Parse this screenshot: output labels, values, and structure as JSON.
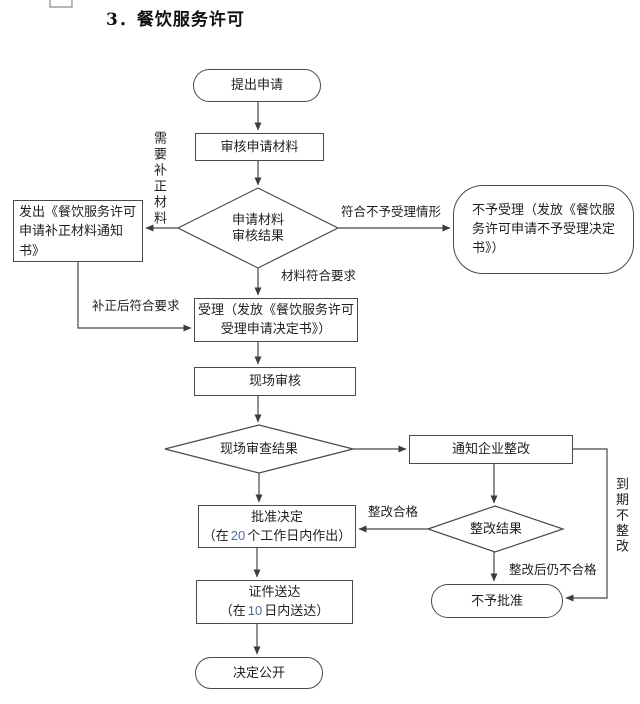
{
  "page": {
    "title": "3．餐饮服务许可"
  },
  "colors": {
    "line": "#474747",
    "border": "#4a4a4a",
    "text": "#1f1f1f",
    "number": "#4f6e95",
    "background": "#ffffff"
  },
  "nodes": {
    "start": {
      "type": "oval",
      "label": "提出申请"
    },
    "review": {
      "type": "rect",
      "label": "审核申请材料"
    },
    "material_result": {
      "type": "diamond",
      "label": "申请材料\n审核结果"
    },
    "correction_notice": {
      "type": "rect",
      "label": "发出《餐饮服务许可\n申请补正材料通知\n书》"
    },
    "not_accepted": {
      "type": "oval",
      "label": "不予受理（发放《餐饮服\n务许可申请不予受理决定\n书》）"
    },
    "accept": {
      "type": "rect",
      "label": "受理（发放《餐饮服务许可\n受理申请决定书》）"
    },
    "site_review": {
      "type": "rect",
      "label": "现场审核"
    },
    "site_result": {
      "type": "diamond",
      "label": "现场审查结果"
    },
    "notify_rectify": {
      "type": "rect",
      "label": "通知企业整改"
    },
    "rectify_result": {
      "type": "diamond",
      "label": "整改结果"
    },
    "approval": {
      "type": "rect",
      "line1": "批准决定",
      "pre": "（在",
      "num": "20",
      "post": "个工作日内作出）"
    },
    "delivery": {
      "type": "rect",
      "line1": "证件送达",
      "pre": "（在",
      "num": "10",
      "post": "日内送达）"
    },
    "not_approved": {
      "type": "oval",
      "label": "不予批准"
    },
    "decision_public": {
      "type": "oval",
      "label": "决定公开"
    }
  },
  "edge_labels": {
    "need_correction": "需要补正材料",
    "meets_rejection": "符合不予受理情形",
    "material_ok": "材料符合要求",
    "corrected_ok": "补正后符合要求",
    "rectify_ok": "整改合格",
    "overdue_no_rectify": "到期不整改",
    "still_fail": "整改后仍不合格"
  }
}
